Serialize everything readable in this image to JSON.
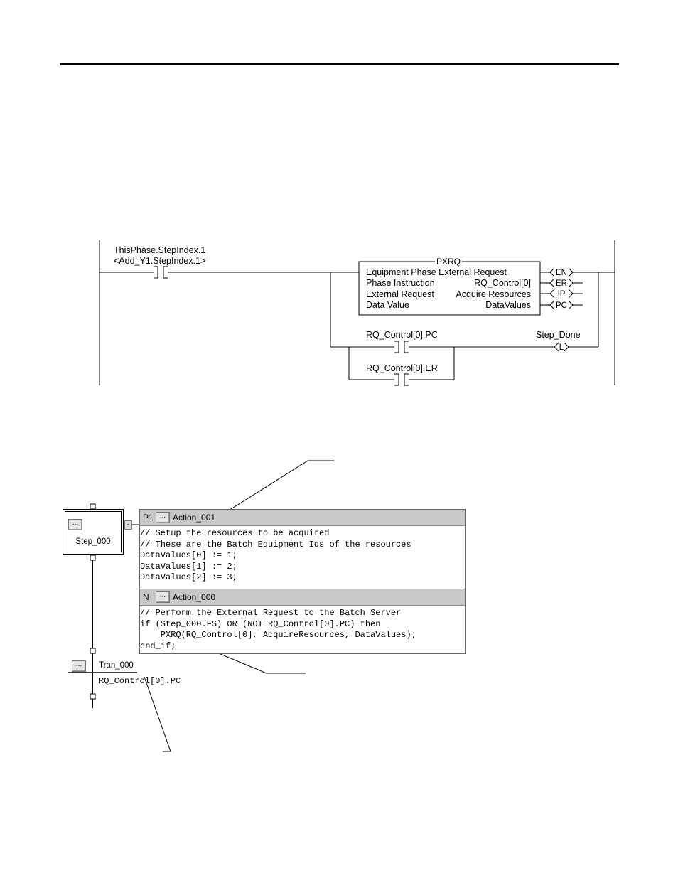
{
  "ladder": {
    "contact_tag": "ThisPhase.StepIndex.1",
    "contact_alias": "<Add_Y1.StepIndex.1>",
    "pxrq": {
      "title": "PXRQ",
      "description": "Equipment Phase External Request",
      "rows": [
        {
          "label": "Phase Instruction",
          "value": "RQ_Control[0]"
        },
        {
          "label": "External Request",
          "value": "Acquire Resources"
        },
        {
          "label": "Data Value",
          "value": "DataValues"
        }
      ],
      "outputs": [
        "EN",
        "ER",
        "IP",
        "PC"
      ]
    },
    "branch_contact_1": "RQ_Control[0].PC",
    "branch_contact_2": "RQ_Control[0].ER",
    "coil_tag": "Step_Done",
    "coil_symbol": "L"
  },
  "sfc": {
    "step_button": "...",
    "step_name": "Step_000",
    "collapse_symbol": "-",
    "actions": [
      {
        "qualifier": "P1",
        "button": "...",
        "name": "Action_001",
        "code": [
          "// Setup the resources to be acquired",
          "// These are the Batch Equipment Ids of the resources",
          "DataValues[0] := 1;",
          "DataValues[1] := 2;",
          "DataValues[2] := 3;"
        ]
      },
      {
        "qualifier": "N",
        "button": "...",
        "name": "Action_000",
        "code": [
          "// Perform the External Request to the Batch Server",
          "if (Step_000.FS) OR (NOT RQ_Control[0].PC) then",
          "    PXRQ(RQ_Control[0], AcquireResources, DataValues);",
          "end_if;"
        ]
      }
    ],
    "transition_button": "...",
    "transition_name": "Tran_000",
    "transition_condition": "RQ_Control[0].PC"
  }
}
